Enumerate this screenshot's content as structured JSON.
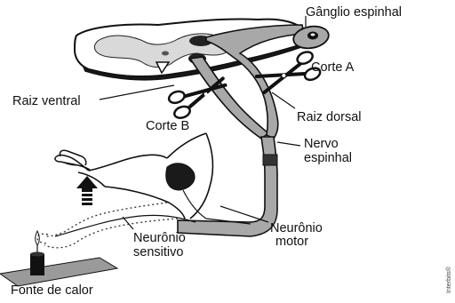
{
  "figure": {
    "labels": {
      "ganglio": "Gânglio espinhal",
      "corte_a": "Corte A",
      "raiz_ventral": "Raiz ventral",
      "raiz_dorsal": "Raiz dorsal",
      "corte_b": "Corte B",
      "nervo_line1": "Nervo",
      "nervo_line2": "espinhal",
      "neuronio_motor_line1": "Neurônio",
      "neuronio_motor_line2": "motor",
      "neuronio_sensitivo_line1": "Neurônio",
      "neuronio_sensitivo_line2": "sensitivo",
      "fonte_de_calor": "Fonte de calor"
    },
    "credit": "Interbits®",
    "icons": [
      "scissors-icon",
      "scissors-icon",
      "up-arrow-icon",
      "candle-icon",
      "hand-icon"
    ],
    "colors": {
      "outline": "#111111",
      "nerve_fill": "#a8a8a8",
      "cord_fill": "#ededed",
      "muscle_fill": "#1a1a1a"
    }
  }
}
